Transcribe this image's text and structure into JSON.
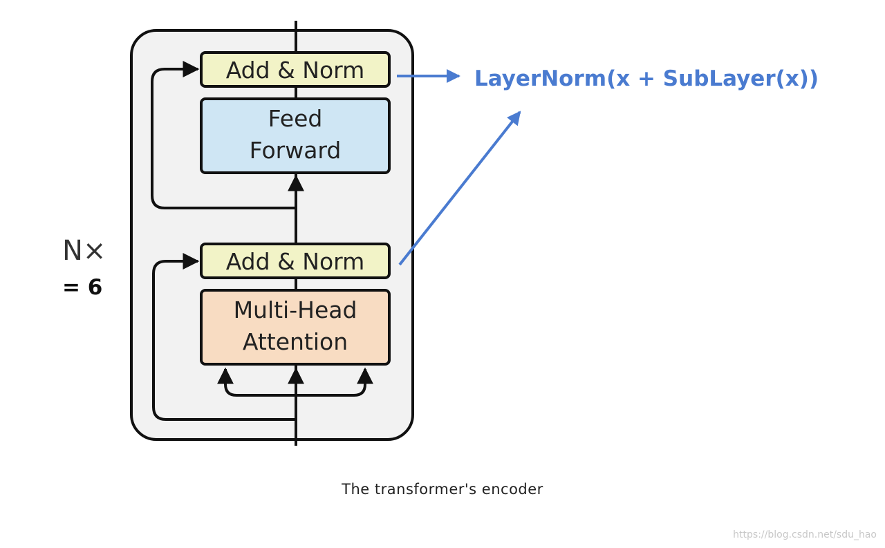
{
  "encoder": {
    "add_norm_top": "Add & Norm",
    "feed_forward_line1": "Feed",
    "feed_forward_line2": "Forward",
    "add_norm_bottom": "Add & Norm",
    "attention_line1": "Multi-Head",
    "attention_line2": "Attention",
    "repeat_label": "N×",
    "repeat_value": "= 6"
  },
  "formula": "LayerNorm(x + SubLayer(x))",
  "caption": "The transformer's encoder",
  "watermark": "https://blog.csdn.net/sdu_hao",
  "colors": {
    "container_fill": "#f2f2f2",
    "add_norm_fill": "#f2f3c7",
    "feed_forward_fill": "#cfe6f4",
    "attention_fill": "#f8dcc2",
    "formula_blue": "#4a7bd0"
  }
}
